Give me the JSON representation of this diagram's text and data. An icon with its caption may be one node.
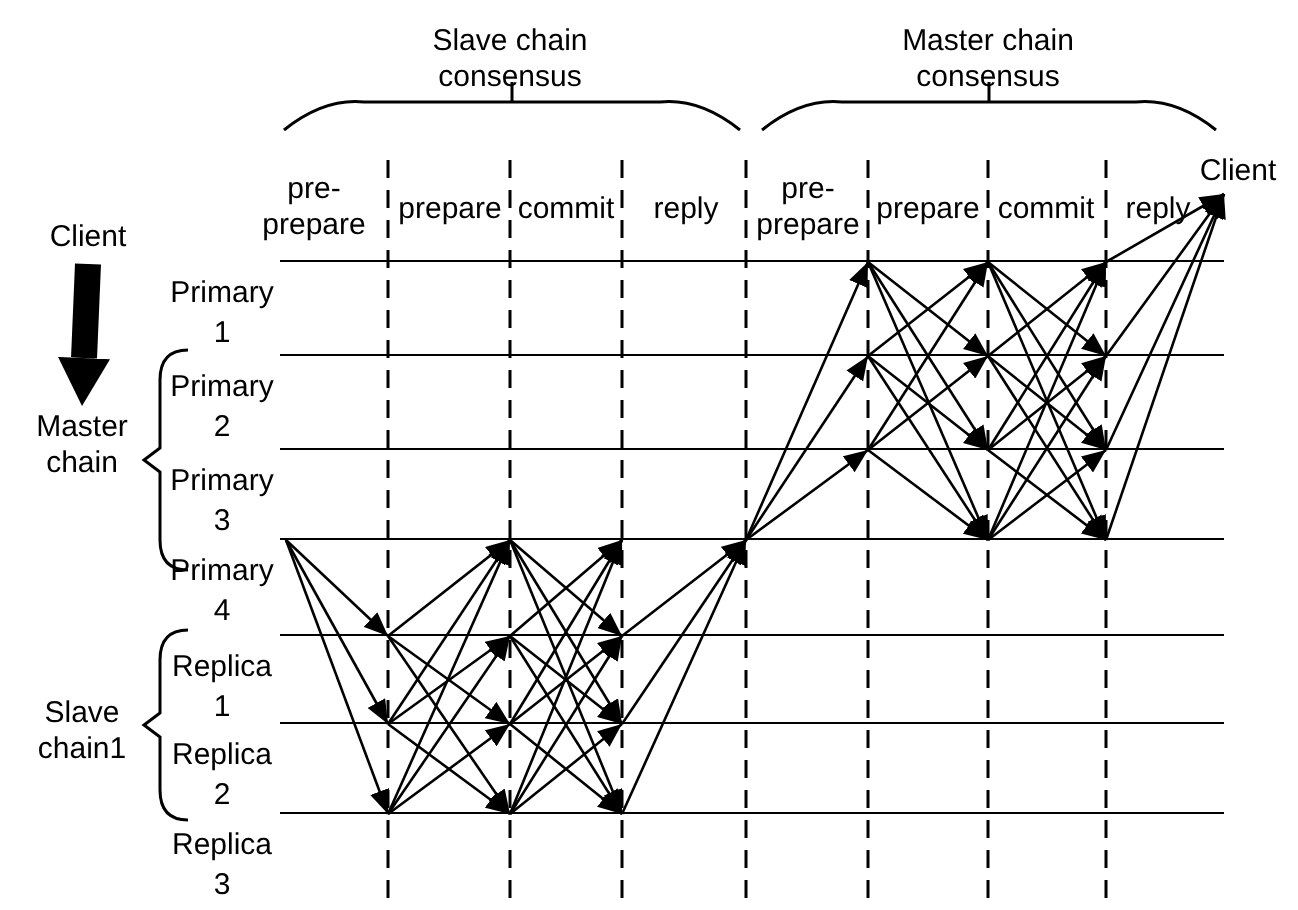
{
  "diagram": {
    "nodes": [
      {
        "text": [
          "Client"
        ]
      },
      {
        "text": [
          "Master chain"
        ]
      },
      {
        "text": [
          "Primary 1"
        ]
      },
      {
        "text": [
          "Primary 2"
        ]
      },
      {
        "text": [
          "Primary 3"
        ]
      },
      {
        "text": [
          "Primary 4"
        ]
      },
      {
        "text": [
          "Replica 1"
        ]
      },
      {
        "text": [
          "Replica 2"
        ]
      },
      {
        "text": [
          "Replica 3"
        ]
      },
      {
        "text": [
          "Client"
        ]
      }
    ],
    "edges": [
      {
        "from": 0,
        "to": 1,
        "arrow": "to",
        "style": "thick"
      },
      {
        "from": 5,
        "to": 6,
        "arrow": "to"
      },
      {
        "from": 5,
        "to": 7,
        "arrow": "to"
      },
      {
        "from": 5,
        "to": 8,
        "arrow": "to"
      },
      {
        "from": 6,
        "to": 5,
        "arrow": "to"
      },
      {
        "from": 6,
        "to": 7,
        "arrow": "to"
      },
      {
        "from": 6,
        "to": 8,
        "arrow": "to"
      },
      {
        "from": 7,
        "to": 5,
        "arrow": "to"
      },
      {
        "from": 7,
        "to": 6,
        "arrow": "to"
      },
      {
        "from": 7,
        "to": 8,
        "arrow": "to"
      },
      {
        "from": 8,
        "to": 5,
        "arrow": "to"
      },
      {
        "from": 8,
        "to": 6,
        "arrow": "to"
      },
      {
        "from": 8,
        "to": 7,
        "arrow": "to"
      },
      {
        "from": 5,
        "to": 6,
        "arrow": "to"
      },
      {
        "from": 5,
        "to": 7,
        "arrow": "to"
      },
      {
        "from": 5,
        "to": 8,
        "arrow": "to"
      },
      {
        "from": 6,
        "to": 5,
        "arrow": "to"
      },
      {
        "from": 6,
        "to": 7,
        "arrow": "to"
      },
      {
        "from": 6,
        "to": 8,
        "arrow": "to"
      },
      {
        "from": 7,
        "to": 5,
        "arrow": "to"
      },
      {
        "from": 7,
        "to": 6,
        "arrow": "to"
      },
      {
        "from": 7,
        "to": 8,
        "arrow": "to"
      },
      {
        "from": 8,
        "to": 5,
        "arrow": "to"
      },
      {
        "from": 8,
        "to": 6,
        "arrow": "to"
      },
      {
        "from": 8,
        "to": 7,
        "arrow": "to"
      },
      {
        "from": 6,
        "to": 5,
        "arrow": "to"
      },
      {
        "from": 7,
        "to": 5,
        "arrow": "to"
      },
      {
        "from": 8,
        "to": 5,
        "arrow": "to"
      },
      {
        "from": 5,
        "to": 2,
        "arrow": "to"
      },
      {
        "from": 5,
        "to": 3,
        "arrow": "to"
      },
      {
        "from": 5,
        "to": 4,
        "arrow": "to"
      },
      {
        "from": 2,
        "to": 3,
        "arrow": "to"
      },
      {
        "from": 2,
        "to": 4,
        "arrow": "to"
      },
      {
        "from": 2,
        "to": 5,
        "arrow": "to"
      },
      {
        "from": 3,
        "to": 2,
        "arrow": "to"
      },
      {
        "from": 3,
        "to": 4,
        "arrow": "to"
      },
      {
        "from": 3,
        "to": 5,
        "arrow": "to"
      },
      {
        "from": 4,
        "to": 2,
        "arrow": "to"
      },
      {
        "from": 4,
        "to": 3,
        "arrow": "to"
      },
      {
        "from": 4,
        "to": 5,
        "arrow": "to"
      },
      {
        "from": 2,
        "to": 3,
        "arrow": "to"
      },
      {
        "from": 2,
        "to": 4,
        "arrow": "to"
      },
      {
        "from": 2,
        "to": 5,
        "arrow": "to"
      },
      {
        "from": 3,
        "to": 2,
        "arrow": "to"
      },
      {
        "from": 3,
        "to": 4,
        "arrow": "to"
      },
      {
        "from": 3,
        "to": 5,
        "arrow": "to"
      },
      {
        "from": 4,
        "to": 2,
        "arrow": "to"
      },
      {
        "from": 4,
        "to": 3,
        "arrow": "to"
      },
      {
        "from": 4,
        "to": 5,
        "arrow": "to"
      },
      {
        "from": 5,
        "to": 2,
        "arrow": "to"
      },
      {
        "from": 5,
        "to": 3,
        "arrow": "to"
      },
      {
        "from": 5,
        "to": 4,
        "arrow": "to"
      },
      {
        "from": 2,
        "to": 9,
        "arrow": "to"
      },
      {
        "from": 3,
        "to": 9,
        "arrow": "to"
      },
      {
        "from": 4,
        "to": 9,
        "arrow": "to"
      },
      {
        "from": 5,
        "to": 9,
        "arrow": "to"
      }
    ],
    "labels": [
      "Slave chain consensus",
      "Master chain consensus",
      "pre- prepare",
      "prepare",
      "commit",
      "reply",
      "pre- prepare",
      "prepare",
      "commit",
      "reply",
      "Slave chain1"
    ]
  }
}
